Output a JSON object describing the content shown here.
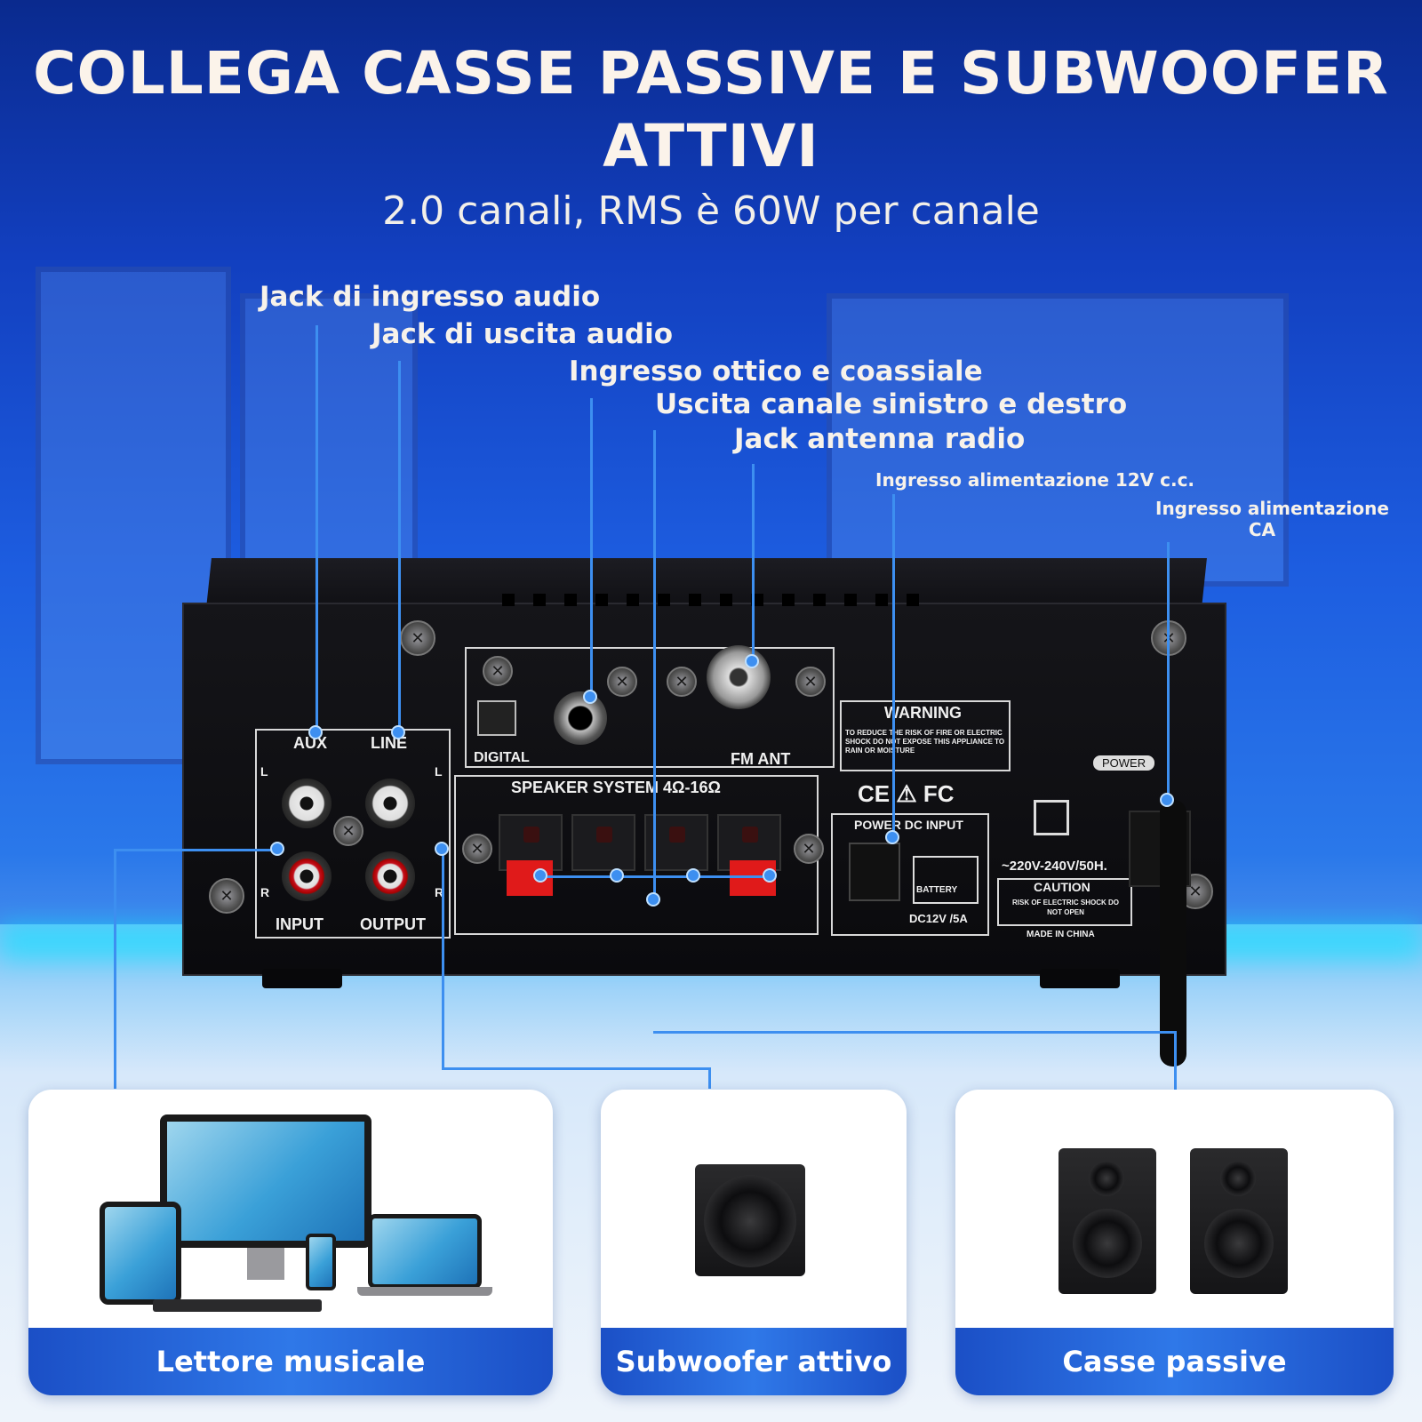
{
  "headline": {
    "line1": "COLLEGA CASSE PASSIVE E SUBWOOFER",
    "line2": "ATTIVI",
    "subtitle": "2.0 canali, RMS è 60W per canale"
  },
  "callouts": {
    "audio_input": "Jack di ingresso audio",
    "audio_output": "Jack di uscita audio",
    "optical_coax": "Ingresso ottico e coassiale",
    "lr_output": "Uscita canale sinistro e destro",
    "antenna": "Jack antenna radio",
    "dc_input": "Ingresso alimentazione 12V c.c.",
    "ac_input_line1": "Ingresso alimentazione",
    "ac_input_line2": "CA"
  },
  "panel": {
    "aux": "AUX",
    "line": "LINE",
    "input": "INPUT",
    "output": "OUTPUT",
    "l": "L",
    "r": "R",
    "digital": "DIGITAL",
    "fm_ant": "FM ANT",
    "speaker_system": "SPEAKER SYSTEM 4Ω-16Ω",
    "warning": "WARNING",
    "warning_text": "TO REDUCE THE RISK OF FIRE OR ELECTRIC SHOCK DO NOT EXPOSE THIS APPLIANCE TO RAIN OR MOISTURE",
    "certs": "CE ⚠ FC",
    "power_dc_input": "POWER DC INPUT",
    "battery": "BATTERY",
    "dc_spec": "DC12V /5A",
    "ac_spec": "~220V-240V/50H.",
    "caution": "CAUTION",
    "caution_text": "RISK OF ELECTRIC SHOCK DO NOT OPEN",
    "made_in": "MADE IN CHINA",
    "power": "POWER"
  },
  "cards": [
    {
      "label": "Lettore musicale"
    },
    {
      "label": "Subwoofer attivo"
    },
    {
      "label": "Casse passive"
    }
  ]
}
